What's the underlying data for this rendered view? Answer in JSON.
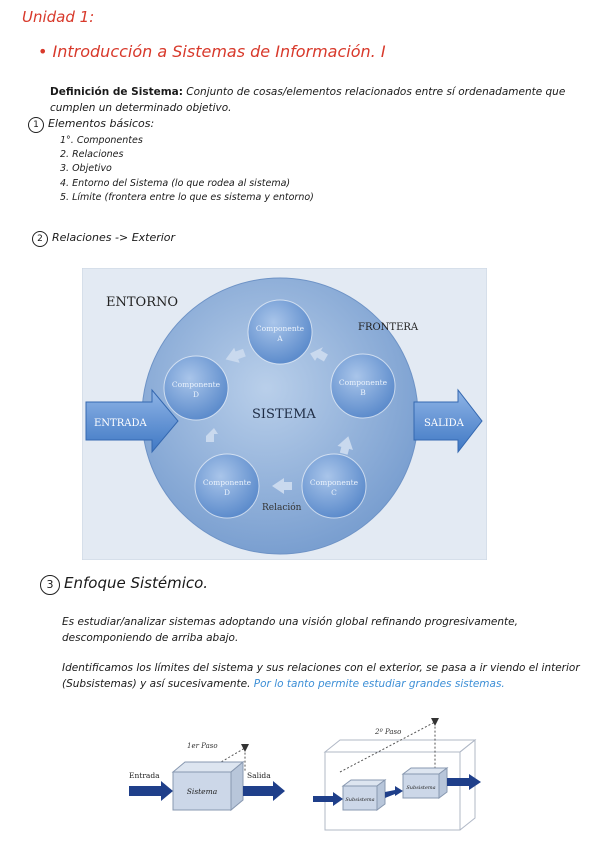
{
  "unit_title": "Unidad 1:",
  "topic": "• Introducción a Sistemas de Información. I",
  "definition": {
    "term": "Definición de Sistema:",
    "text": "Conjunto de cosas/elementos relacionados entre sí ordenadamente que cumplen un determinado objetivo."
  },
  "section1": {
    "num": "1",
    "title": "Elementos básicos:",
    "items": [
      "1°. Componentes",
      "2. Relaciones",
      "3. Objetivo",
      "4. Entorno del Sistema (lo que rodea al sistema)",
      "5. Límite (frontera entre lo que es sistema y entorno)"
    ]
  },
  "section2": {
    "num": "2",
    "title": "Relaciones -> Exterior"
  },
  "diagram1": {
    "entorno": "ENTORNO",
    "frontera": "FRONTERA",
    "sistema": "SISTEMA",
    "entrada": "ENTRADA",
    "salida": "SALIDA",
    "relacion": "Relación",
    "components": [
      {
        "name": "Componente",
        "letter": "A"
      },
      {
        "name": "Componente",
        "letter": "B"
      },
      {
        "name": "Componente",
        "letter": "C"
      },
      {
        "name": "Componente",
        "letter": "D"
      },
      {
        "name": "Componente",
        "letter": "D"
      }
    ],
    "colors": {
      "bg": "#d7e3f2",
      "circle": "#8fb2dc",
      "component": "#7fa6d8",
      "arrow": "#5b8fd1"
    }
  },
  "section3": {
    "num": "3",
    "title": "Enfoque Sistémico.",
    "para1": "Es estudiar/analizar sistemas adoptando una visión global refinando progresivamente, descomponiendo de arriba abajo.",
    "para2_black": "Identificamos los límites del sistema y sus relaciones con el exterior, se pasa a ir viendo el interior (Subsistemas) y así sucesivamente.",
    "para2_blue": "Por lo tanto permite estudiar grandes sistemas."
  },
  "diagram2": {
    "step1": "1er Paso",
    "step2": "2º Paso",
    "entrada": "Entrada",
    "salida": "Salida",
    "sistema": "Sistema",
    "subsistema1": "Subsistema",
    "subsistema2": "Subsistema"
  }
}
